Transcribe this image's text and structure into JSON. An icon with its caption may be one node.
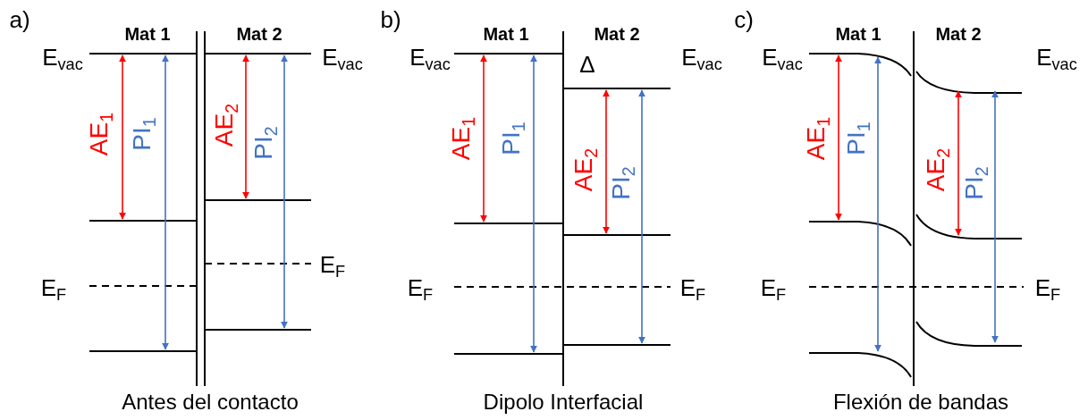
{
  "diagram": {
    "labels": [
      "a)",
      "Mat 1",
      "Mat 2",
      "E$_{vac}$",
      "E$_{vac}$",
      "AE$_{1}$",
      "PI$_{1}$",
      "AE$_{2}$",
      "PI$_{2}$",
      "E$_{F}$",
      "E$_{F}$",
      "Antes del contacto",
      "b)",
      "Mat 1",
      "Mat 2",
      "E$_{vac}$",
      "Δ",
      "E$_{vac}$",
      "AE$_{1}$",
      "PI$_{1}$",
      "AE$_{2}$",
      "PI$_{2}$",
      "E$_{F}$",
      "E$_{F}$",
      "Dipolo Interfacial",
      "c)",
      "Mat 1",
      "Mat 2",
      "E$_{vac}$",
      "E$_{vac}$",
      "AE$_{1}$",
      "PI$_{1}$",
      "AE$_{2}$",
      "PI$_{2}$",
      "E$_{F}$",
      "E$_{F}$",
      "Flexión de bandas"
    ]
  }
}
